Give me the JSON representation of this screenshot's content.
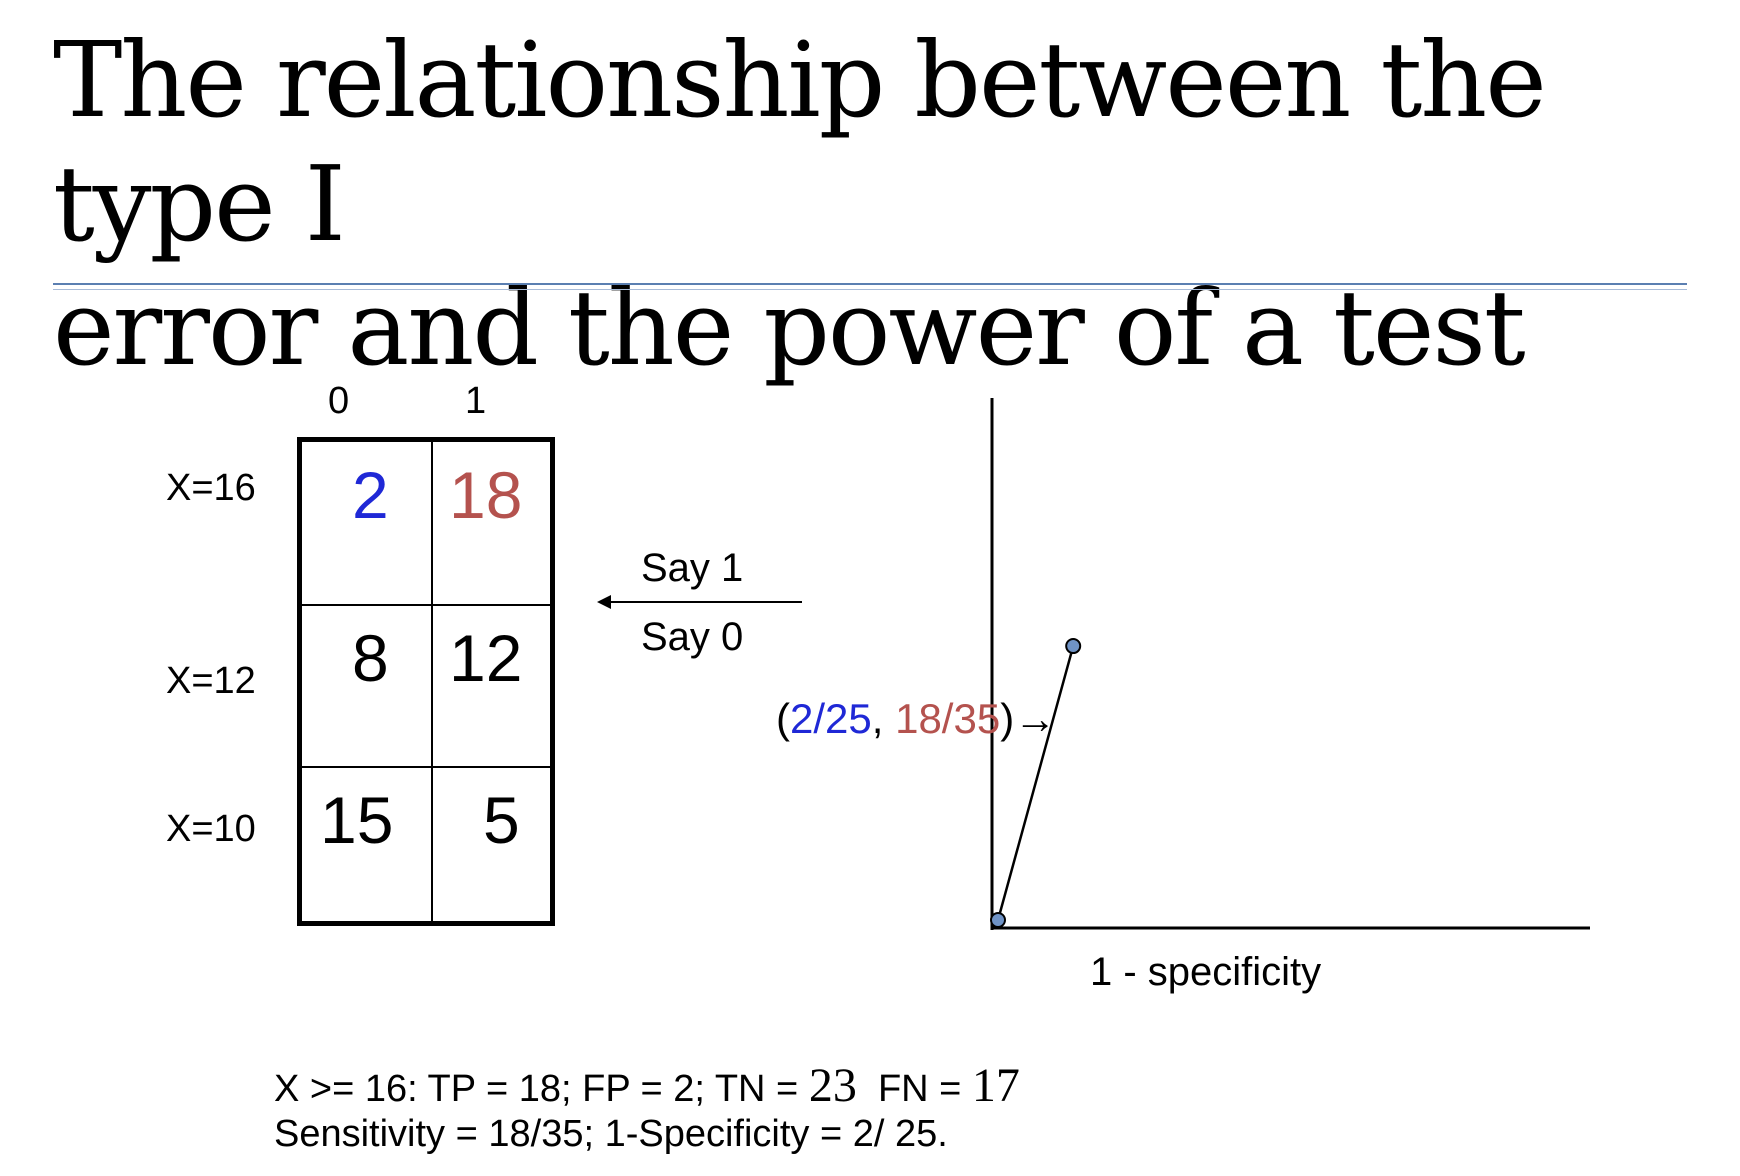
{
  "title": {
    "line1": "The relationship between the type I",
    "line2": "error and the power of a test"
  },
  "table": {
    "col_headers": [
      "0",
      "1"
    ],
    "row_labels": [
      "X=16",
      "X=12",
      "X=10"
    ],
    "cells": [
      [
        "2",
        "18"
      ],
      [
        "8",
        "12"
      ],
      [
        "15",
        "5"
      ]
    ],
    "colors": {
      "fp": "#1f28d6",
      "tp": "#b4524e",
      "normal": "#000000"
    }
  },
  "threshold": {
    "above": "Say 1",
    "below": "Say 0"
  },
  "roc": {
    "point_label_open": "(",
    "point_label_fp": "2/25",
    "point_label_sep": ", ",
    "point_label_tp": "18/35",
    "point_label_close": ")→",
    "x_label": "1 - specificity",
    "points": [
      {
        "x": 0,
        "y": 0
      },
      {
        "x": 0.08,
        "y": 0.514
      }
    ]
  },
  "summary": {
    "line1_prefix": "X >= 16: TP = 18; FP = 2; TN =",
    "tn_value": "23",
    "fn_label": "FN =",
    "fn_value": "17",
    "line2": "Sensitivity = 18/35; 1-Specificity = 2/ 25."
  }
}
